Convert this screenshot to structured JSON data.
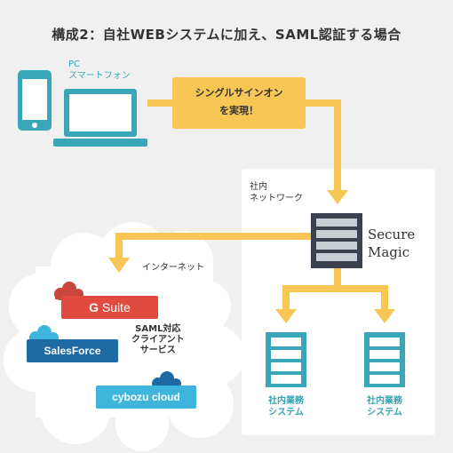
{
  "title": "構成2：自社WEBシステムに加え、SAML認証する場合",
  "devices": {
    "label_line1": "PC",
    "label_line2": "スマートフォン"
  },
  "callout": {
    "line1": "シングルサインオン",
    "line2": "を実現！"
  },
  "network": {
    "label_line1": "社内",
    "label_line2": "ネットワーク"
  },
  "server": {
    "brand_line1": "Secure",
    "brand_line2": "Magic"
  },
  "internet": {
    "label": "インターネット"
  },
  "services": {
    "gsuite": {
      "logo": "G",
      "name": "Suite"
    },
    "salesforce": "SalesForce",
    "cybozu": "cybozu cloud"
  },
  "saml": {
    "line1": "SAML対応",
    "line2": "クライアント",
    "line3": "サービス"
  },
  "systems": [
    {
      "line1": "社内業務",
      "line2": "システム"
    },
    {
      "line1": "社内業務",
      "line2": "システム"
    }
  ],
  "colors": {
    "accent": "#f8c654",
    "teal": "#3aa7b9",
    "server_dark": "#3c4150"
  }
}
